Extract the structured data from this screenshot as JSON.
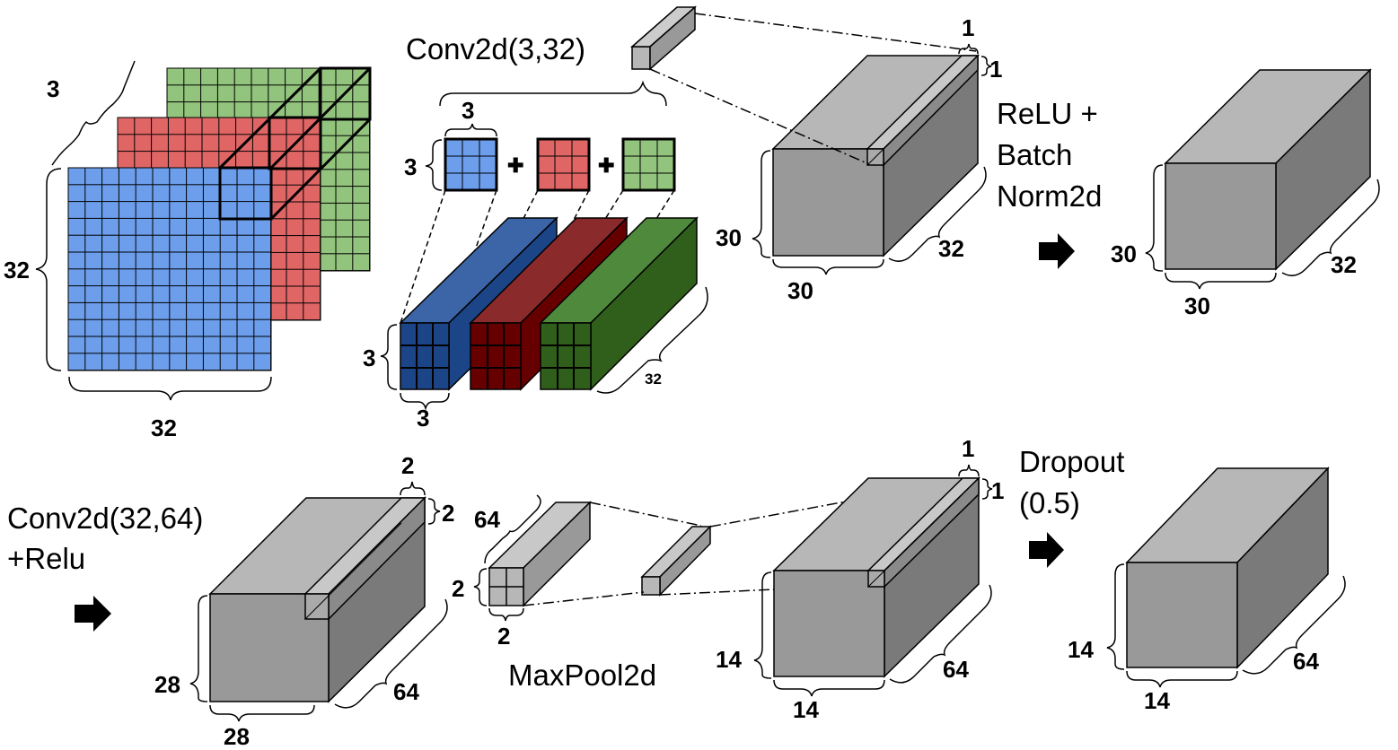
{
  "labels": {
    "conv1": "Conv2d(3,32)",
    "relu_bn_1": "ReLU +",
    "relu_bn_2": "Batch",
    "relu_bn_3": "Norm2d",
    "conv2_1": "Conv2d(32,64)",
    "conv2_2": "+Relu",
    "maxpool": "MaxPool2d",
    "dropout_1": "Dropout",
    "dropout_2": "(0.5)"
  },
  "dims": {
    "input_depth": "3",
    "input_height": "32",
    "input_width": "32",
    "kernel_w": "3",
    "kernel_h": "3",
    "stack_h": "3",
    "stack_w": "3",
    "stack_depth": "32",
    "conv1_unit_w": "1",
    "conv1_unit_h": "1",
    "conv1_out_h": "30",
    "conv1_out_w": "30",
    "conv1_out_d": "32",
    "bn_out_h": "30",
    "bn_out_w": "30",
    "bn_out_d": "32",
    "conv2_unit_w": "2",
    "conv2_unit_h": "2",
    "conv2_out_h": "28",
    "conv2_out_w": "28",
    "conv2_out_d": "64",
    "pool_d": "64",
    "pool_h": "2",
    "pool_w": "2",
    "pool_unit_w": "1",
    "pool_unit_h": "1",
    "pool_out_h": "14",
    "pool_out_w": "14",
    "pool_out_d": "64",
    "drop_out_h": "14",
    "drop_out_w": "14",
    "drop_out_d": "64"
  },
  "symbols": {
    "plus": "✚"
  },
  "colors": {
    "blue": "#6d9eeb",
    "red": "#e06666",
    "green": "#93c47d",
    "dark_blue": "#1c4587",
    "dark_red": "#660000",
    "dark_green": "#2f5f1a",
    "box_front": "#999999",
    "box_top": "#b7b7b7",
    "box_side": "#7a7a7a"
  }
}
